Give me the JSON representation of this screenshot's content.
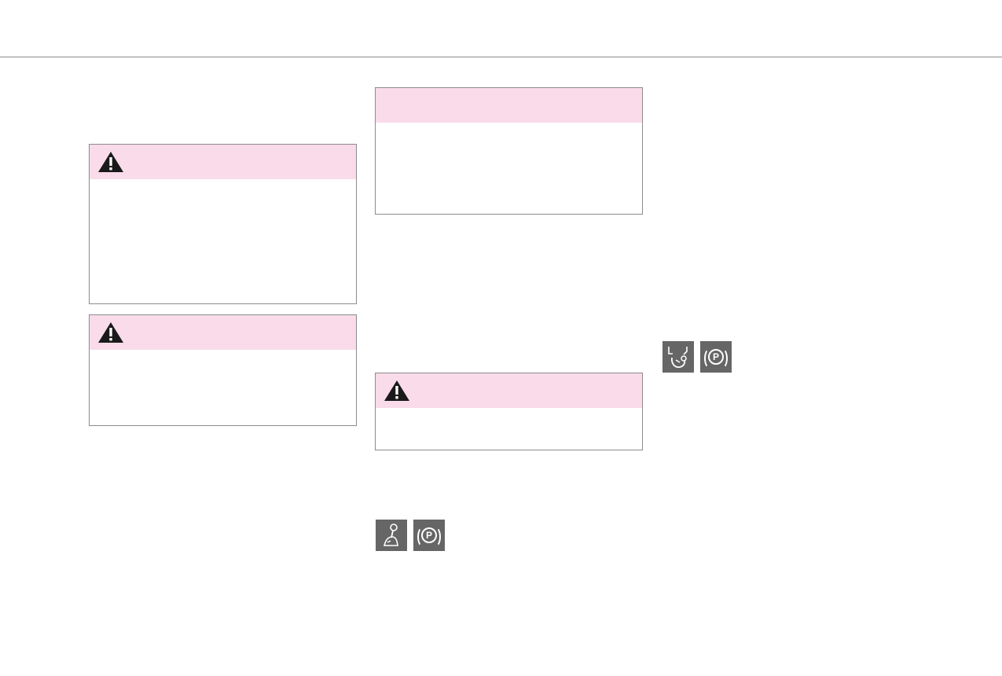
{
  "page": {
    "background": "#ffffff",
    "rule_color": "#8c8c8c"
  },
  "boxes": [
    {
      "id": "warning-1",
      "kind": "warning",
      "header_color": "#f9dbea",
      "icon": "warning-triangle-icon"
    },
    {
      "id": "warning-2",
      "kind": "warning",
      "header_color": "#f9dbea",
      "icon": "warning-triangle-icon"
    },
    {
      "id": "notice-1",
      "kind": "notice",
      "header_color": "#f9dbea",
      "icon": ""
    },
    {
      "id": "warning-3",
      "kind": "warning",
      "header_color": "#f9dbea",
      "icon": "warning-triangle-icon"
    }
  ],
  "symbols": {
    "group_1": [
      {
        "icon": "gear-lever-icon"
      },
      {
        "icon": "parking-brake-icon",
        "label": "P"
      }
    ],
    "group_2": [
      {
        "icon": "brake-pedal-icon"
      },
      {
        "icon": "parking-brake-icon",
        "label": "P"
      }
    ]
  },
  "colors": {
    "symbol_bg": "#666666",
    "symbol_fg": "#ffffff",
    "warning_icon": "#1a1a1a"
  }
}
